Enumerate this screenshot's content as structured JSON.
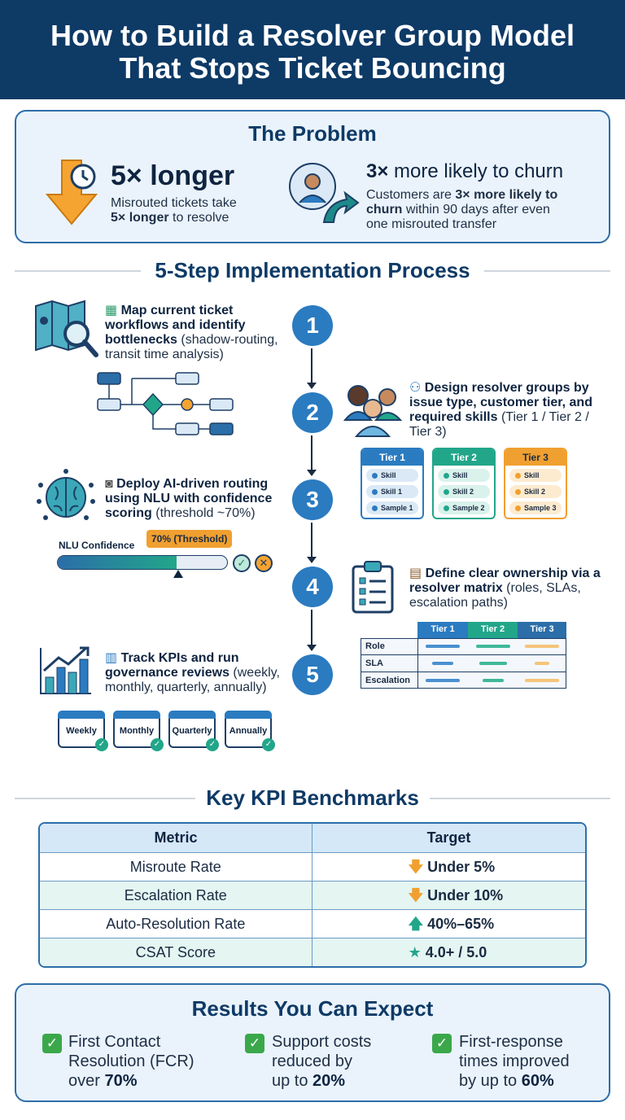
{
  "header": {
    "title_line1": "How to Build a Resolver Group Model",
    "title_line2": "That Stops Ticket Bouncing"
  },
  "problem": {
    "title": "The Problem",
    "stat1": {
      "headline": "5× longer",
      "text1": "Misrouted tickets take",
      "text2_bold": "5× longer",
      "text2_rest": " to resolve"
    },
    "stat2": {
      "headline_bold": "3×",
      "headline_rest": " more likely to churn",
      "line1_pre": "Customers are ",
      "line1_bold": "3× more likely to",
      "line2_bold": "churn",
      "line2_rest": " within 90 days after even",
      "line3": "one misrouted transfer"
    }
  },
  "process": {
    "title": "5-Step Implementation Process",
    "steps": [
      {
        "num": "1",
        "bold": "Map current ticket workflows and identify bottlenecks",
        "rest": " (shadow-routing, transit time analysis)",
        "icon": "map-icon"
      },
      {
        "num": "2",
        "bold": "Design resolver groups by issue type, customer tier, and required skills",
        "rest": " (Tier 1 / Tier 2 / Tier 3)",
        "icon": "team-icon"
      },
      {
        "num": "3",
        "bold": "Deploy AI-driven routing using NLU with confidence scoring",
        "rest": " (threshold ~70%)",
        "icon": "robot-icon"
      },
      {
        "num": "4",
        "bold": "Define clear ownership via a resolver matrix",
        "rest": " (roles, SLAs, escalation paths)",
        "icon": "clipboard-icon"
      },
      {
        "num": "5",
        "bold": "Track KPIs and run governance reviews",
        "rest": " (weekly, monthly, quarterly, annually)",
        "icon": "chart-icon"
      }
    ],
    "tiers": [
      {
        "name": "Tier 1",
        "chips": [
          "Skill",
          "Skill 1",
          "Sample 1"
        ]
      },
      {
        "name": "Tier 2",
        "chips": [
          "Skill",
          "Skill 2",
          "Sample 2"
        ]
      },
      {
        "name": "Tier 3",
        "chips": [
          "Skill",
          "Skill 2",
          "Sample 3"
        ]
      }
    ],
    "nlu": {
      "label": "NLU Confidence",
      "threshold_label": "70% (Threshold)",
      "fill": 0.7
    },
    "matrix": {
      "cols": [
        "Tier 1",
        "Tier 2",
        "Tier 3"
      ],
      "rows": [
        "Role",
        "SLA",
        "Escalation"
      ]
    },
    "reviews": [
      "Weekly",
      "Monthly",
      "Quarterly",
      "Annually"
    ]
  },
  "kpi": {
    "title": "Key KPI Benchmarks",
    "col_metric": "Metric",
    "col_target": "Target",
    "rows": [
      {
        "metric": "Misroute Rate",
        "target": "Under 5%",
        "icon": "arrow-down-icon"
      },
      {
        "metric": "Escalation Rate",
        "target": "Under 10%",
        "icon": "arrow-down-icon"
      },
      {
        "metric": "Auto-Resolution Rate",
        "target": "40%–65%",
        "icon": "arrow-up-icon"
      },
      {
        "metric": "CSAT Score",
        "target": "4.0+ / 5.0",
        "icon": "star-icon"
      }
    ]
  },
  "results": {
    "title": "Results You Can Expect",
    "items": [
      {
        "l1": "First Contact",
        "l2": "Resolution (FCR)",
        "l3_pre": "over ",
        "l3_bold": "70%"
      },
      {
        "l1": "Support costs",
        "l2": "reduced by",
        "l3_pre": "up to ",
        "l3_bold": "20%"
      },
      {
        "l1": "First-response",
        "l2": "times improved",
        "l3_pre": "by up to ",
        "l3_bold": "60%"
      }
    ]
  },
  "colors": {
    "navy": "#0e3a66",
    "blue": "#2b7bc0",
    "teal": "#22a68a",
    "orange": "#f0a030"
  }
}
